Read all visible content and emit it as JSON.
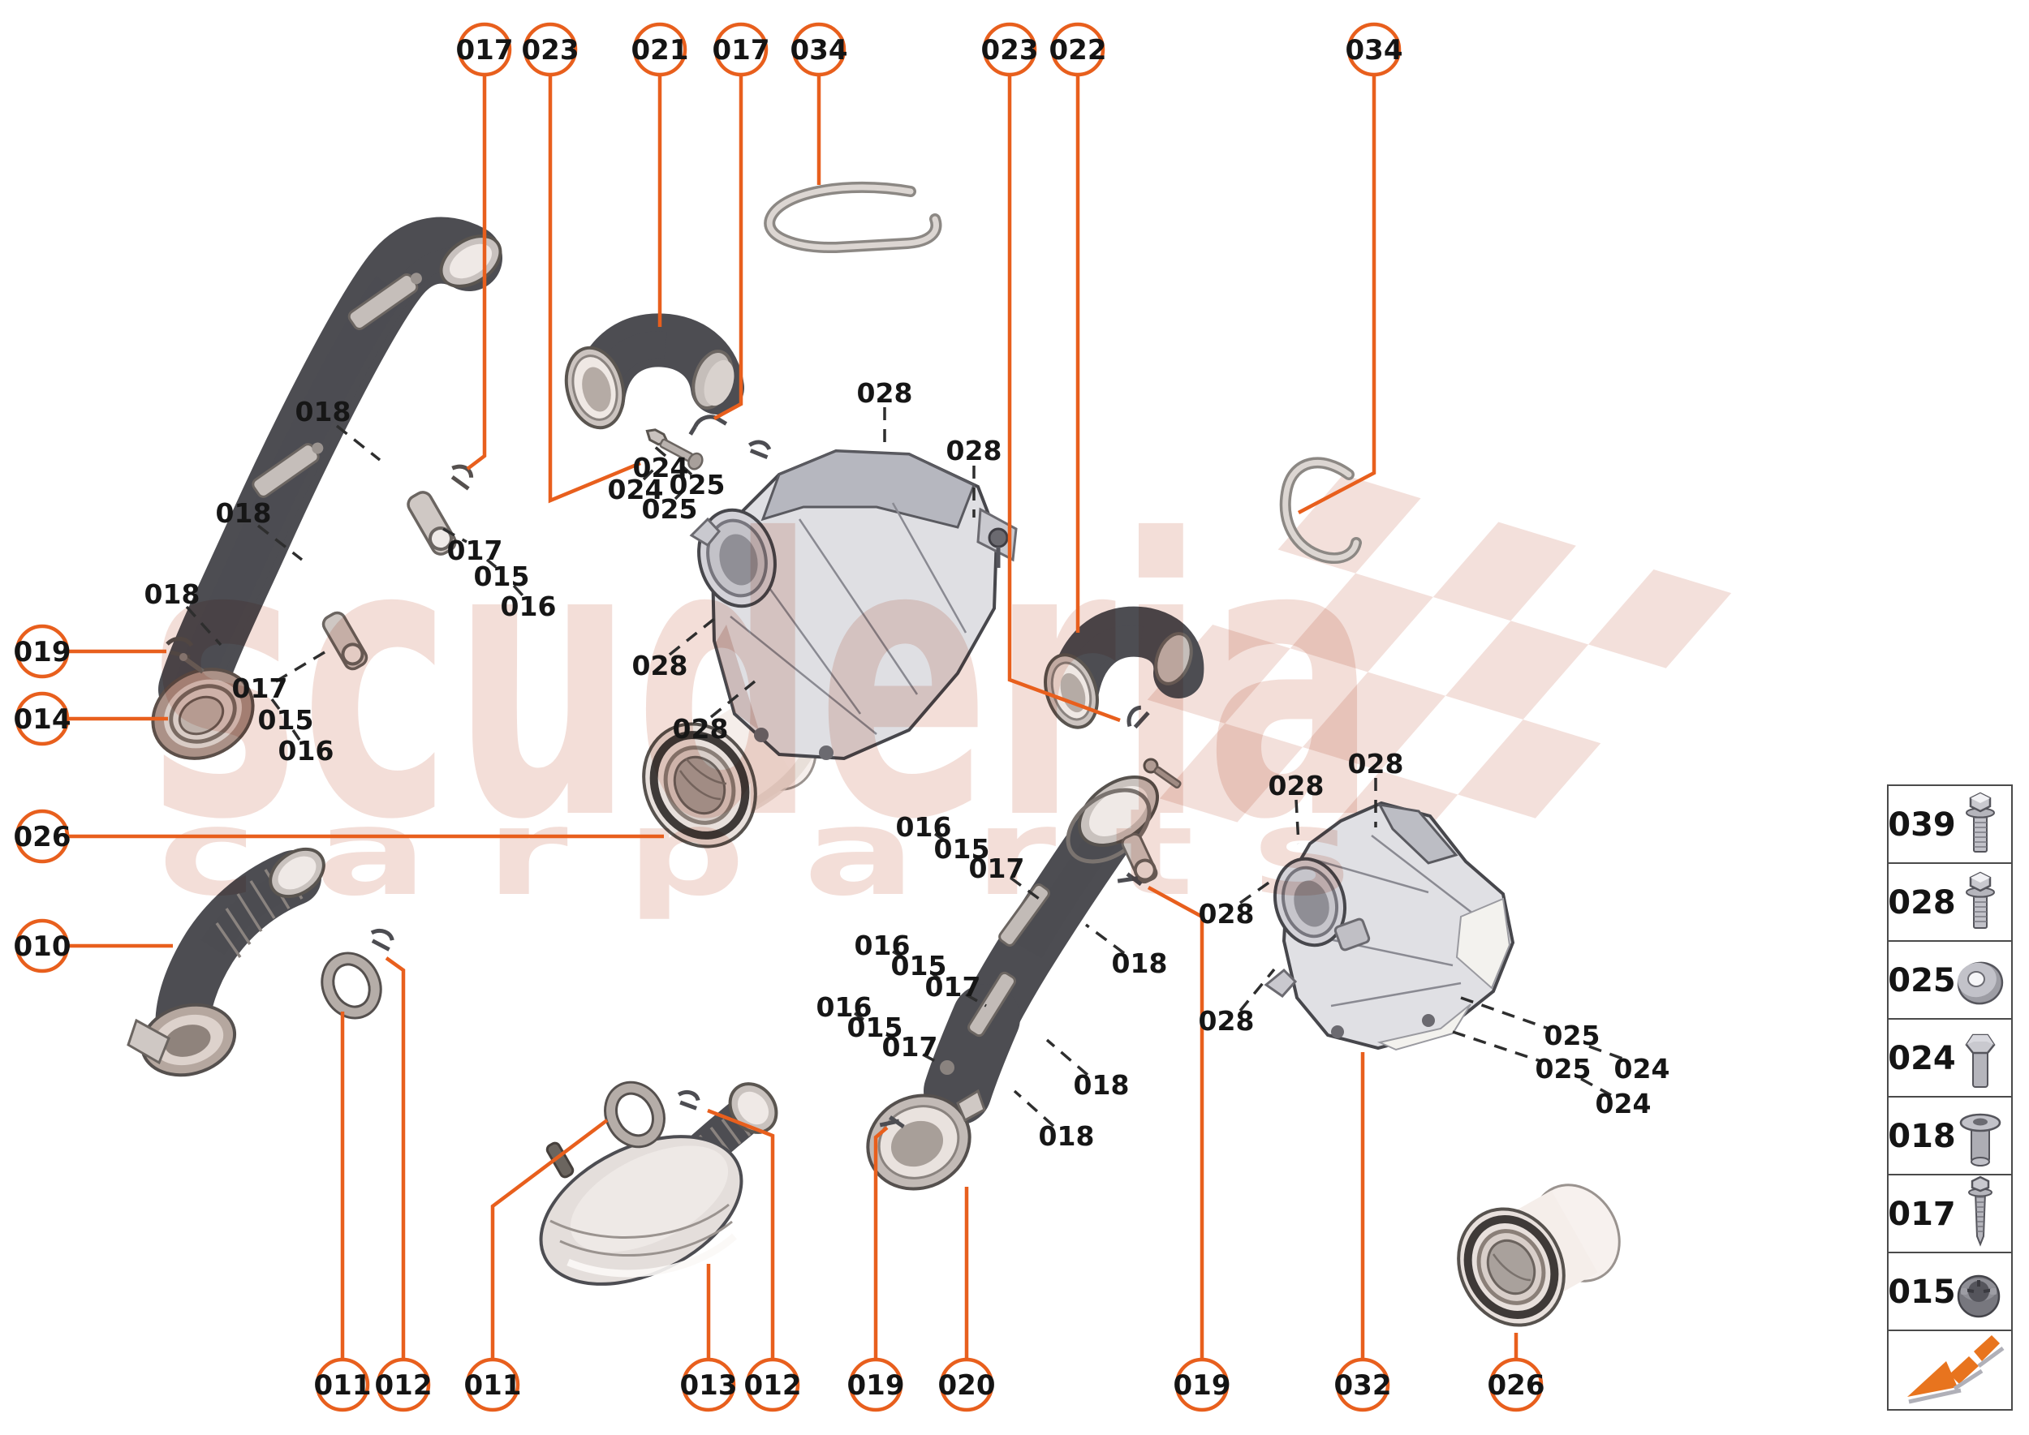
{
  "brand": {
    "watermark_line1": "scuderia",
    "watermark_line2": "c a r   p a r t s",
    "watermark_color": "#f3ded8",
    "accent_color": "#e85f1d"
  },
  "callouts": {
    "top": [
      {
        "text": "017"
      },
      {
        "text": "023"
      },
      {
        "text": "021"
      },
      {
        "text": "017"
      },
      {
        "text": "034"
      },
      {
        "text": "023"
      },
      {
        "text": "022"
      },
      {
        "text": "034"
      }
    ],
    "left": [
      {
        "text": "019"
      },
      {
        "text": "014"
      },
      {
        "text": "026"
      },
      {
        "text": "010"
      }
    ],
    "bottom": [
      {
        "text": "011"
      },
      {
        "text": "012"
      },
      {
        "text": "011"
      },
      {
        "text": "013"
      },
      {
        "text": "012"
      },
      {
        "text": "019"
      },
      {
        "text": "020"
      },
      {
        "text": "019"
      },
      {
        "text": "032"
      },
      {
        "text": "026"
      }
    ]
  },
  "inline_labels": [
    {
      "text": "018"
    },
    {
      "text": "018"
    },
    {
      "text": "018"
    },
    {
      "text": "017"
    },
    {
      "text": "015"
    },
    {
      "text": "016"
    },
    {
      "text": "017"
    },
    {
      "text": "015"
    },
    {
      "text": "016"
    },
    {
      "text": "028"
    },
    {
      "text": "028"
    },
    {
      "text": "024"
    },
    {
      "text": "025"
    },
    {
      "text": "024"
    },
    {
      "text": "025"
    },
    {
      "text": "028"
    },
    {
      "text": "028"
    },
    {
      "text": "016"
    },
    {
      "text": "015"
    },
    {
      "text": "017"
    },
    {
      "text": "016"
    },
    {
      "text": "015"
    },
    {
      "text": "017"
    },
    {
      "text": "016"
    },
    {
      "text": "015"
    },
    {
      "text": "017"
    },
    {
      "text": "018"
    },
    {
      "text": "018"
    },
    {
      "text": "018"
    },
    {
      "text": "028"
    },
    {
      "text": "028"
    },
    {
      "text": "028"
    },
    {
      "text": "028"
    },
    {
      "text": "025"
    },
    {
      "text": "025"
    },
    {
      "text": "024"
    },
    {
      "text": "024"
    }
  ],
  "sidebar": {
    "rows": [
      {
        "code": "039",
        "icon": "flange-bolt-long-icon"
      },
      {
        "code": "028",
        "icon": "flange-bolt-icon"
      },
      {
        "code": "025",
        "icon": "washer-icon"
      },
      {
        "code": "024",
        "icon": "hex-bolt-icon"
      },
      {
        "code": "018",
        "icon": "sleeve-nut-icon"
      },
      {
        "code": "017",
        "icon": "long-screw-icon"
      },
      {
        "code": "015",
        "icon": "grommet-nut-icon"
      }
    ],
    "logo": "scuderia-arrow-logo"
  }
}
